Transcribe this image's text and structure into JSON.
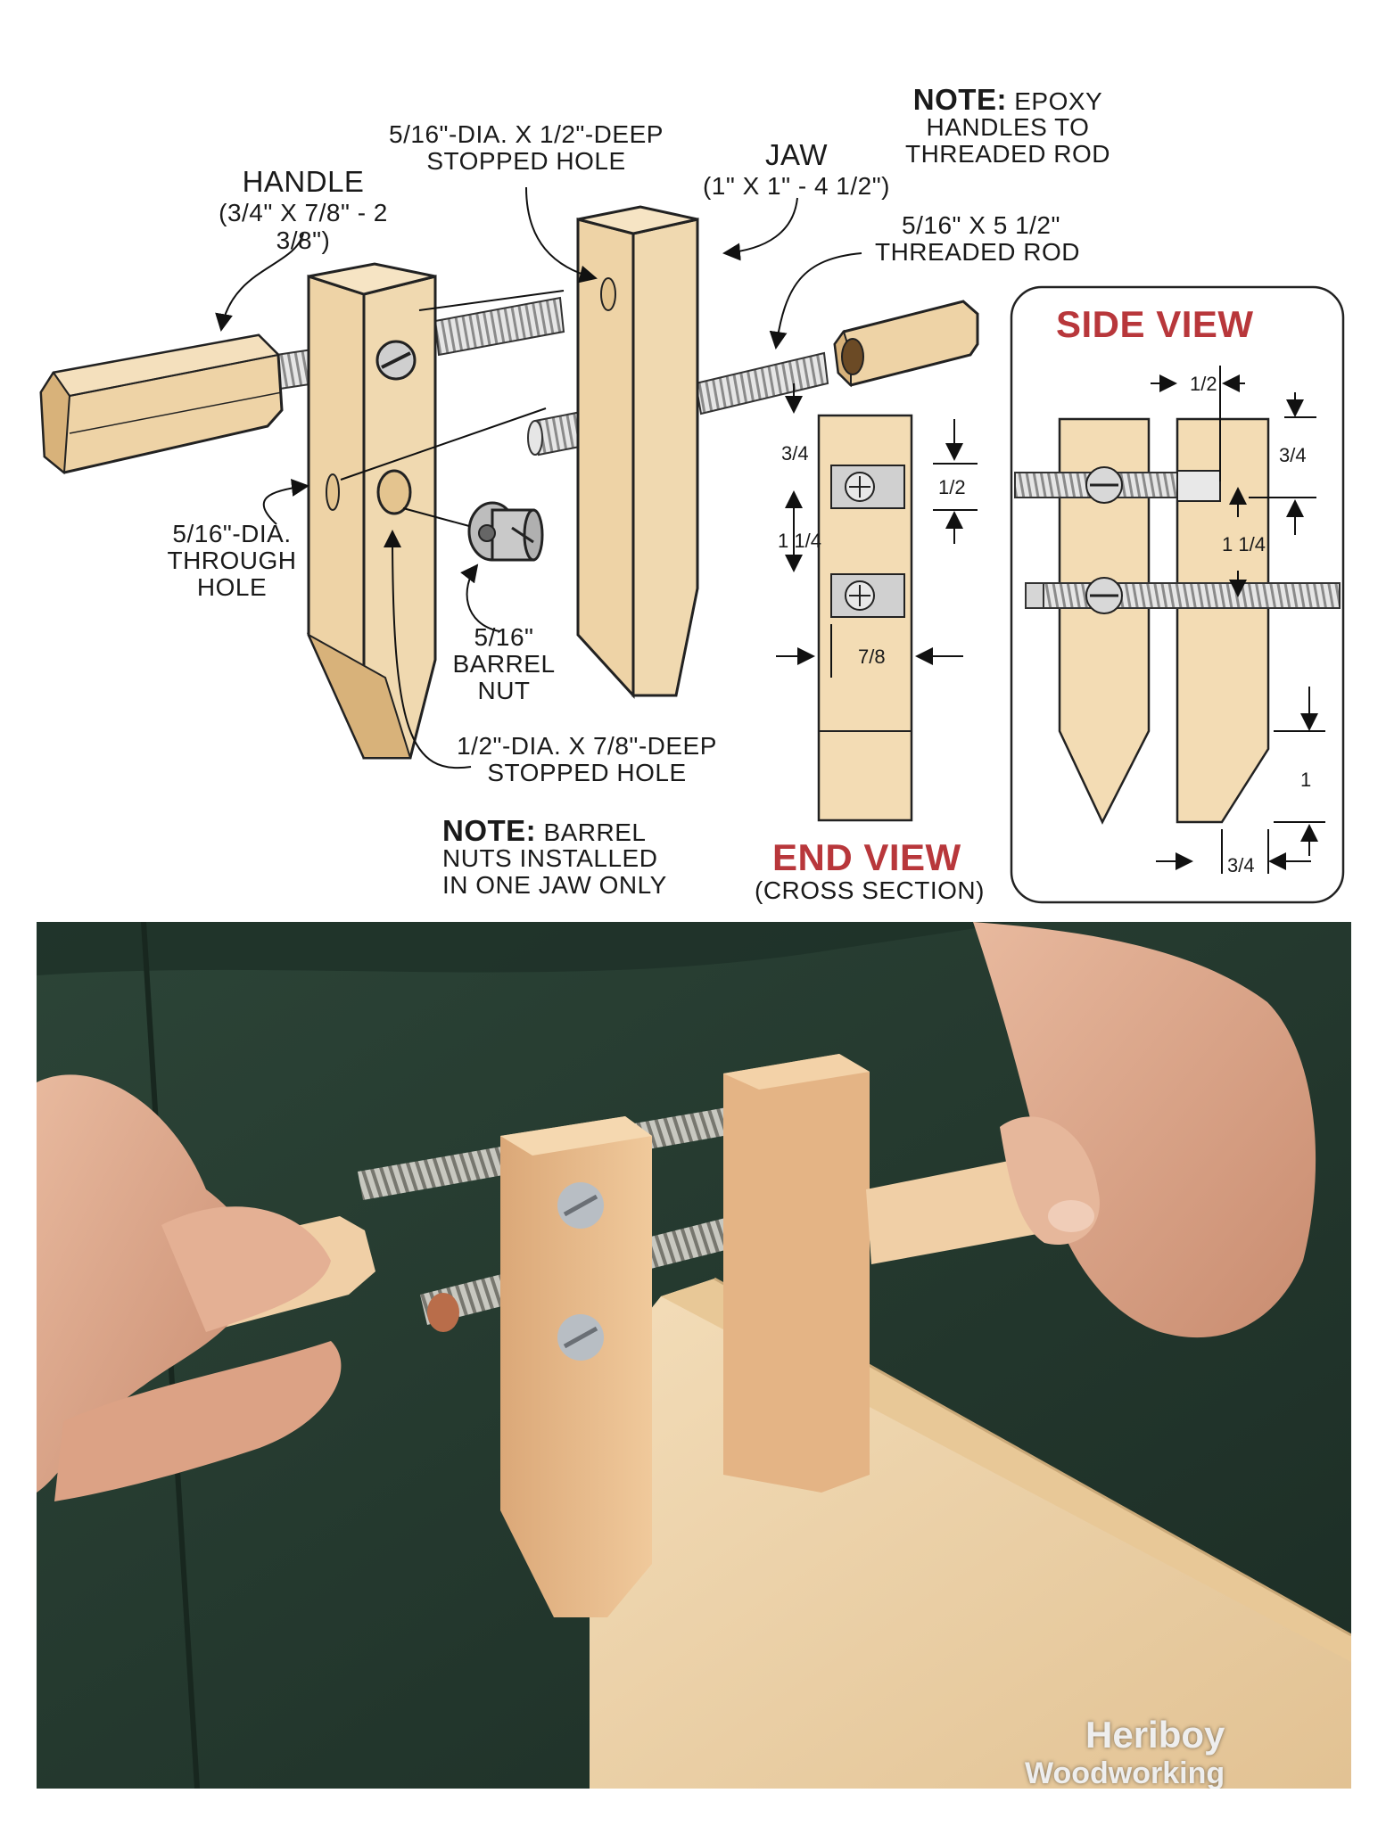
{
  "labels": {
    "handle_title": "HANDLE",
    "handle_dims": "(3/4\" x 7/8\" - 2 3/8\")",
    "stopped_hole_top_line1": "5/16\"-DIA. x 1/2\"-DEEP",
    "stopped_hole_top_line2": "STOPPED HOLE",
    "jaw_title": "JAW",
    "jaw_dims": "(1\" x 1\" - 4 1/2\")",
    "note_epoxy_head": "NOTE:",
    "note_epoxy_rest1": "EPOXY",
    "note_epoxy_rest2": "HANDLES TO",
    "note_epoxy_rest3": "THREADED ROD",
    "rod_line1": "5/16\" x 5 1/2\"",
    "rod_line2": "THREADED ROD",
    "through_hole_line1": "5/16\"-DIA.",
    "through_hole_line2": "THROUGH",
    "through_hole_line3": "HOLE",
    "barrel_nut_line1": "5/16\"",
    "barrel_nut_line2": "BARREL",
    "barrel_nut_line3": "NUT",
    "stopped_hole_bottom_line1": "1/2\"-DIA. x 7/8\"-DEEP",
    "stopped_hole_bottom_line2": "STOPPED HOLE",
    "note_barrel_head": "NOTE:",
    "note_barrel_rest1": "BARREL",
    "note_barrel_rest2": "NUTS INSTALLED",
    "note_barrel_rest3": "IN ONE JAW ONLY",
    "end_view_title": "END VIEW",
    "end_view_subtitle": "(CROSS SECTION)",
    "side_view_title": "SIDE VIEW"
  },
  "end_view_dims": {
    "top_left": "3/4",
    "top_right": "1/2",
    "middle": "1 1/4",
    "width": "7/8"
  },
  "side_view_dims": {
    "top": "1/2",
    "right_top": "3/4",
    "middle": "1 1/4",
    "taper_height": "1",
    "taper_width": "3/4"
  },
  "watermark": {
    "line1": "Heriboy",
    "line2": "Woodworking"
  },
  "colors": {
    "wood": "#eed3a6",
    "wood_dark": "#d8b27a",
    "accent_red": "#b8373b",
    "apron": "#243a30"
  }
}
